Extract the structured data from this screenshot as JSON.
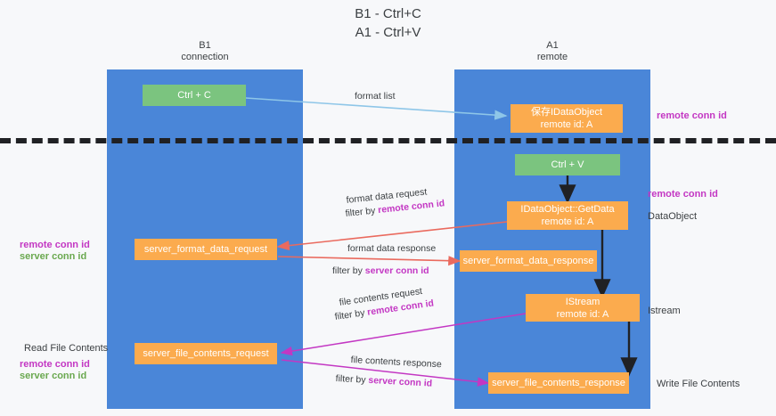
{
  "title": {
    "line1": "B1 - Ctrl+C",
    "line2": "A1 - Ctrl+V"
  },
  "lanes": [
    {
      "id": "b1",
      "name": "B1",
      "role": "connection"
    },
    {
      "id": "a1",
      "name": "A1",
      "role": "remote"
    }
  ],
  "boxes": {
    "ctrl_c": "Ctrl + C",
    "ctrl_v": "Ctrl + V",
    "save_dataobject_l1": "保存IDataObject",
    "save_dataobject_l2": "remote id: A",
    "getdata_l1": "IDataObject::GetData",
    "getdata_l2": "remote id: A",
    "istream_l1": "IStream",
    "istream_l2": "remote id: A",
    "format_request": "server_format_data_request",
    "format_response": "server_format_data_response",
    "file_request": "server_file_contents_request",
    "file_response": "server_file_contents_response"
  },
  "arrow_labels": {
    "format_list": "format list",
    "format_data_request": "format data request",
    "format_data_request_filter_prefix": "filter by ",
    "format_data_request_filter_key": "remote conn id",
    "format_data_response": "format data response",
    "format_data_response_filter_prefix": "filter by ",
    "format_data_response_filter_key": "server conn id",
    "file_contents_request": "file contents request",
    "file_contents_request_filter_prefix": "filter by ",
    "file_contents_request_filter_key": "remote conn id",
    "file_contents_response": "file contents response",
    "file_contents_response_filter_prefix": "filter by ",
    "file_contents_response_filter_key": "server conn id"
  },
  "notes": {
    "right_remote_conn_top": "remote conn id",
    "right_remote_conn_mid": "remote conn id",
    "right_dataobject": "DataObject",
    "right_istream": "Istream",
    "right_write_file_contents": "Write File Contents",
    "left_remote_conn": "remote conn id",
    "left_server_conn": "server conn id",
    "left_read_file_contents": "Read File Contents",
    "left_remote_conn_2": "remote conn id",
    "left_server_conn_2": "server conn id"
  },
  "colors": {
    "lane": "#4a86d8",
    "green_box": "#7bc47f",
    "orange_box": "#fbab4e",
    "remote_key": "#c337c3",
    "server_key": "#6aa84f",
    "arrow_blue": "#8ec6e8",
    "arrow_red": "#ea6a5e",
    "arrow_magenta": "#c337c3",
    "arrow_black": "#202124",
    "divider": "#202124",
    "background": "#f7f8fa"
  }
}
